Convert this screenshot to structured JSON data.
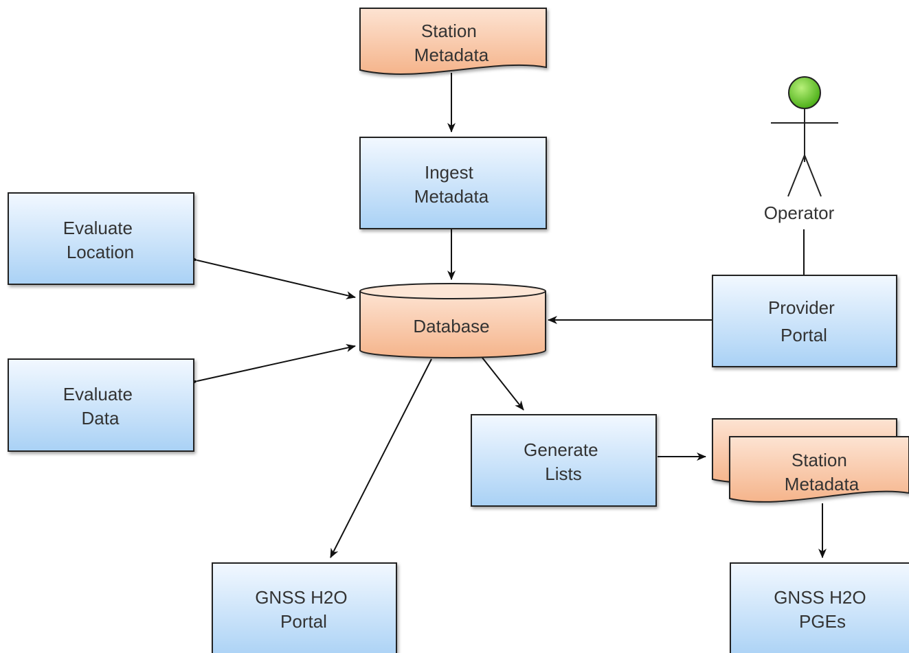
{
  "nodes": {
    "station_metadata_top": [
      "Station",
      "Metadata"
    ],
    "ingest_metadata": [
      "Ingest",
      "Metadata"
    ],
    "evaluate_location": [
      "Evaluate",
      "Location"
    ],
    "evaluate_data": [
      "Evaluate",
      "Data"
    ],
    "database": "Database",
    "operator": "Operator",
    "provider_portal": [
      "Provider",
      "Portal"
    ],
    "generate_lists": [
      "Generate",
      "Lists"
    ],
    "station_metadata_multi": [
      "Station",
      "Metadata"
    ],
    "gnss_portal": [
      "GNSS H2O",
      "Portal"
    ],
    "gnss_pges": [
      "GNSS H2O",
      "PGEs"
    ]
  },
  "colors": {
    "process_top": "#f2f8ff",
    "process_bottom": "#a9d1f5",
    "store_top": "#fde3d2",
    "store_bottom": "#f5b48b",
    "actor_head": "#66cc22",
    "stroke": "#222222"
  }
}
